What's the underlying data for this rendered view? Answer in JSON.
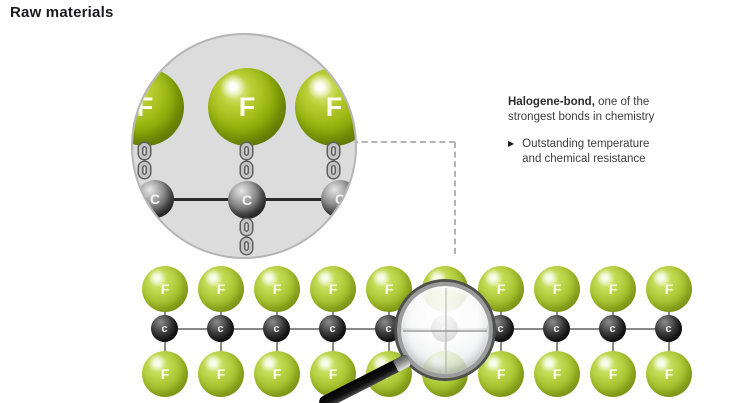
{
  "title": "Raw materials",
  "annotation": {
    "lead_bold": "Halogene-bond,",
    "lead_rest": " one of the strongest bonds in chemistry",
    "bullet_glyph": "▶",
    "bullets": [
      "Outstanding temperature and chemical resistance"
    ]
  },
  "molecule": {
    "fluorine": "F",
    "carbon": "C",
    "carbon_small": "c",
    "chain_units": 10
  },
  "colors": {
    "fluorine_green": "#a6c22c",
    "fluorine_olive": "#98b40e",
    "carbon_black": "#1b1b1b",
    "zoom_circle_gray": "#dcdcdc",
    "bond_gray": "#8a8a8a",
    "dash_gray": "#b3b3b3"
  }
}
